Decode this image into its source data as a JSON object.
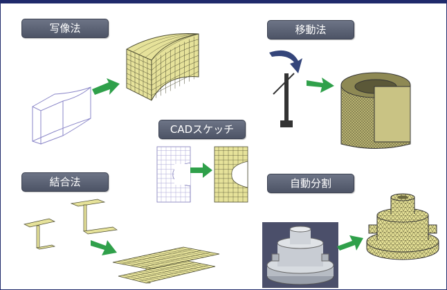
{
  "labels": {
    "mapping": "写像法",
    "moving": "移動法",
    "cad_sketch": "CADスケッチ",
    "combining": "結合法",
    "auto_split": "自動分割"
  },
  "colors": {
    "frame": "#1f2a6b",
    "label_bg": "#5d6476",
    "mesh_fill": "#e6e29a",
    "mesh_line": "#4a4a30",
    "arrow_green": "#2fa04a",
    "rotate_arrow": "#34457a"
  },
  "icons": [
    "right-arrow-icon",
    "rotate-arrow-icon"
  ]
}
